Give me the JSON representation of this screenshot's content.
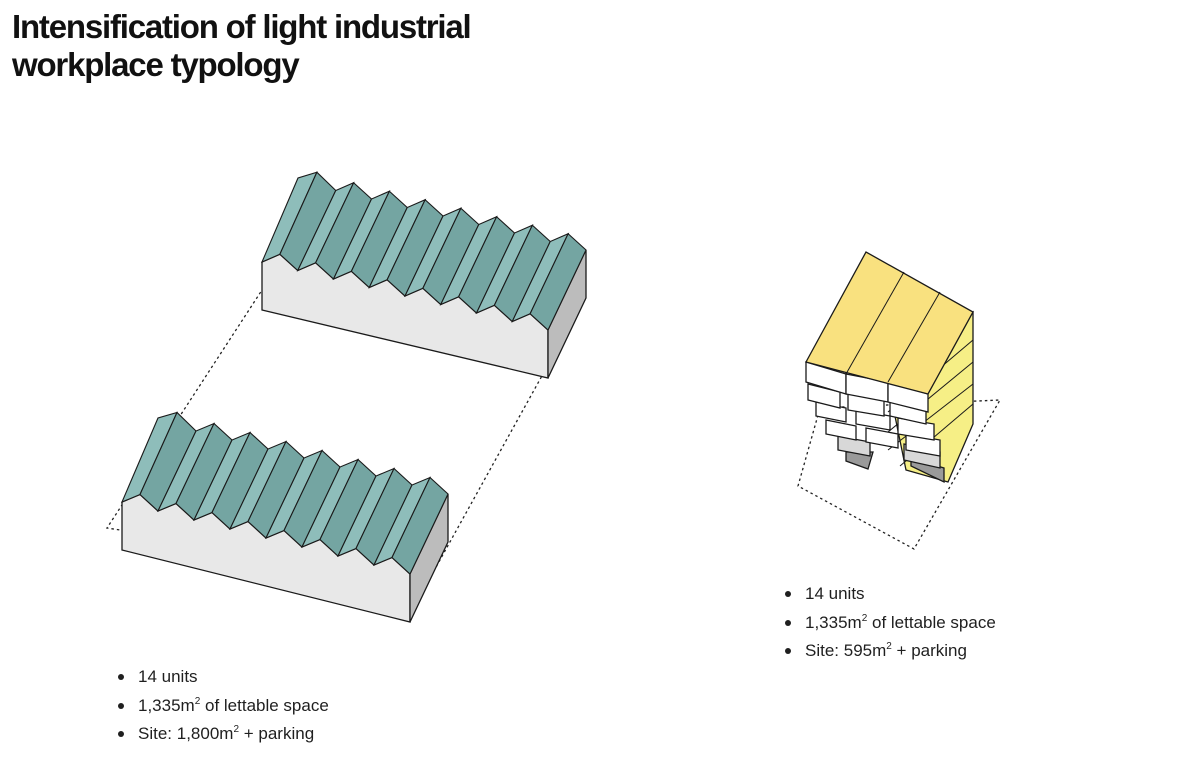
{
  "title": {
    "line1": "Intensification of light industrial",
    "line2": "workplace typology"
  },
  "colors": {
    "roof_light": "#8ebdba",
    "roof_dark": "#74a5a2",
    "wall": "#e8e8e8",
    "wall_shadow": "#bcbcbc",
    "stack_roof": "#f9e17f",
    "stack_side": "#f6ef86",
    "outline": "#1a1a1a"
  },
  "left_option": {
    "facts": [
      {
        "text": "14 units",
        "sup": "",
        "suffix": ""
      },
      {
        "text": "1,335m",
        "sup": "2",
        "suffix": " of lettable space"
      },
      {
        "text": "Site: 1,800m",
        "sup": "2",
        "suffix": " + parking"
      }
    ]
  },
  "right_option": {
    "facts": [
      {
        "text": "14 units",
        "sup": "",
        "suffix": ""
      },
      {
        "text": "1,335m",
        "sup": "2",
        "suffix": " of lettable space"
      },
      {
        "text": "Site: 595m",
        "sup": "2",
        "suffix": " + parking"
      }
    ]
  }
}
